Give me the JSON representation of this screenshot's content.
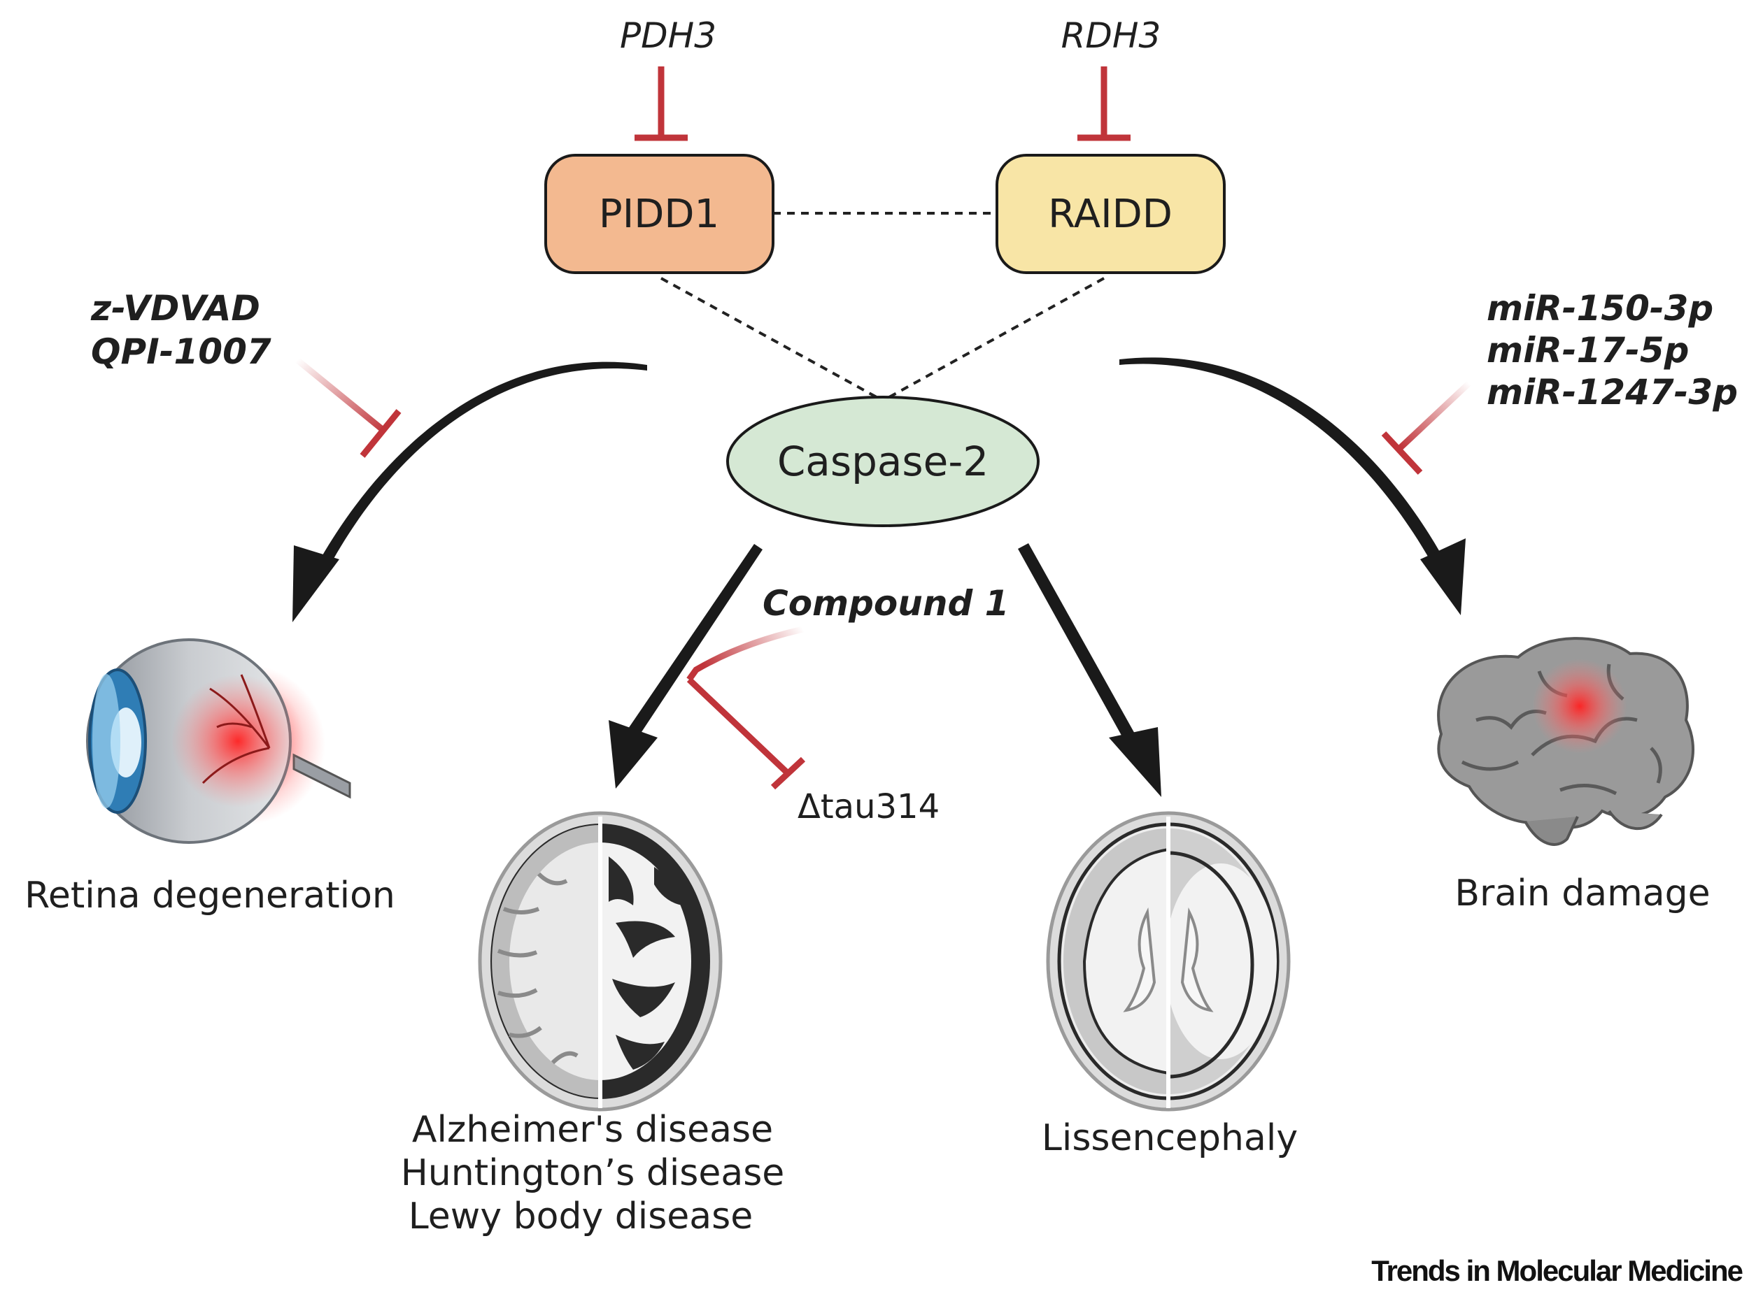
{
  "nodes": {
    "pidd1": "PIDD1",
    "raidd": "RAIDD",
    "caspase2": "Caspase-2"
  },
  "inhibitors": {
    "pidd1": "PDH3",
    "raidd": "RDH3",
    "retina_line1": "z-VDVAD",
    "retina_line2": "QPI-1007",
    "brain_line1": "miR-150-3p",
    "brain_line2": "miR-17-5p",
    "brain_line3": "miR-1247-3p",
    "compound": "Compound 1",
    "compound_target": "Δtau314"
  },
  "outcomes": {
    "retina": "Retina degeneration",
    "ad_line1": "Alzheimer's disease",
    "ad_line2": "Huntington’s disease",
    "ad_line3": "Lewy body disease",
    "lissencephaly": "Lissencephaly",
    "brain_damage": "Brain damage"
  },
  "footer": "Trends in Molecular Medicine",
  "colors": {
    "pidd1_fill": "#F3B990",
    "raidd_fill": "#F8E5A6",
    "caspase_fill": "#D5E8D4",
    "inhibit_red": "#C0343A",
    "arrow_black": "#1a1a1a"
  },
  "icons": [
    "eye-icon",
    "brain-axial-ad-icon",
    "brain-axial-lissencephaly-icon",
    "brain-side-icon"
  ]
}
